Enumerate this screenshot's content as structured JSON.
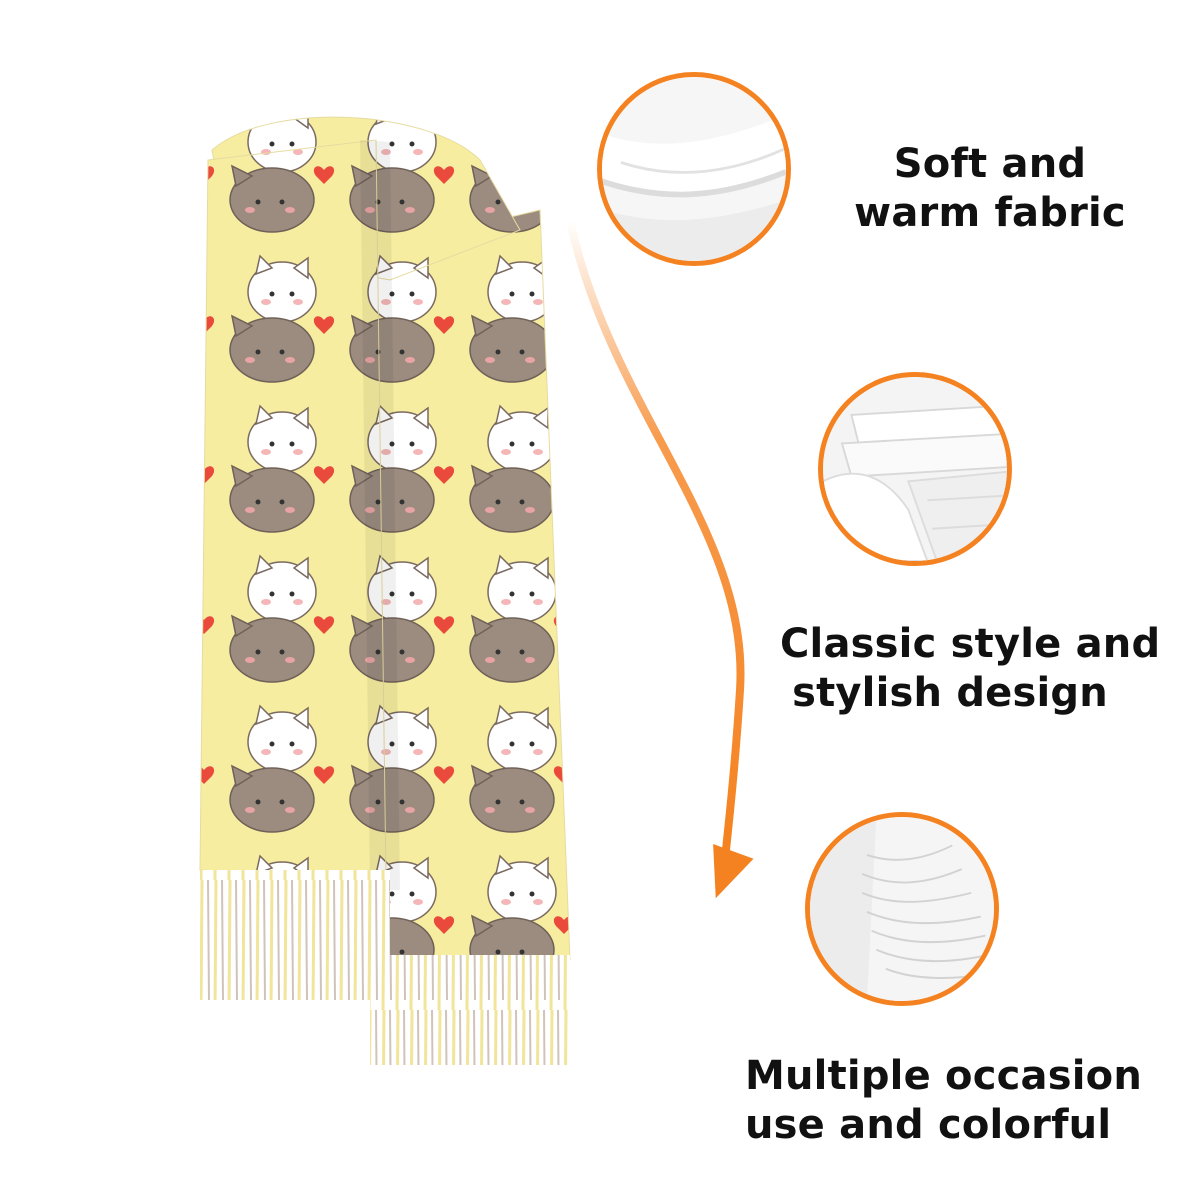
{
  "features": [
    {
      "lines": [
        "Soft and",
        "warm fabric"
      ],
      "icon": "fabric-closeup-icon"
    },
    {
      "lines": [
        "Classic style and",
        "stylish design"
      ],
      "icon": "folded-scarf-icon"
    },
    {
      "lines": [
        "Multiple occasion",
        "use and colorful"
      ],
      "icon": "tassel-fringe-icon"
    }
  ],
  "colors": {
    "accent": "#f58220",
    "scarf_yellow": "#f7eda0",
    "cat_white": "#ffffff",
    "cat_grey": "#9c8c80",
    "heart": "#ea4a3c"
  }
}
